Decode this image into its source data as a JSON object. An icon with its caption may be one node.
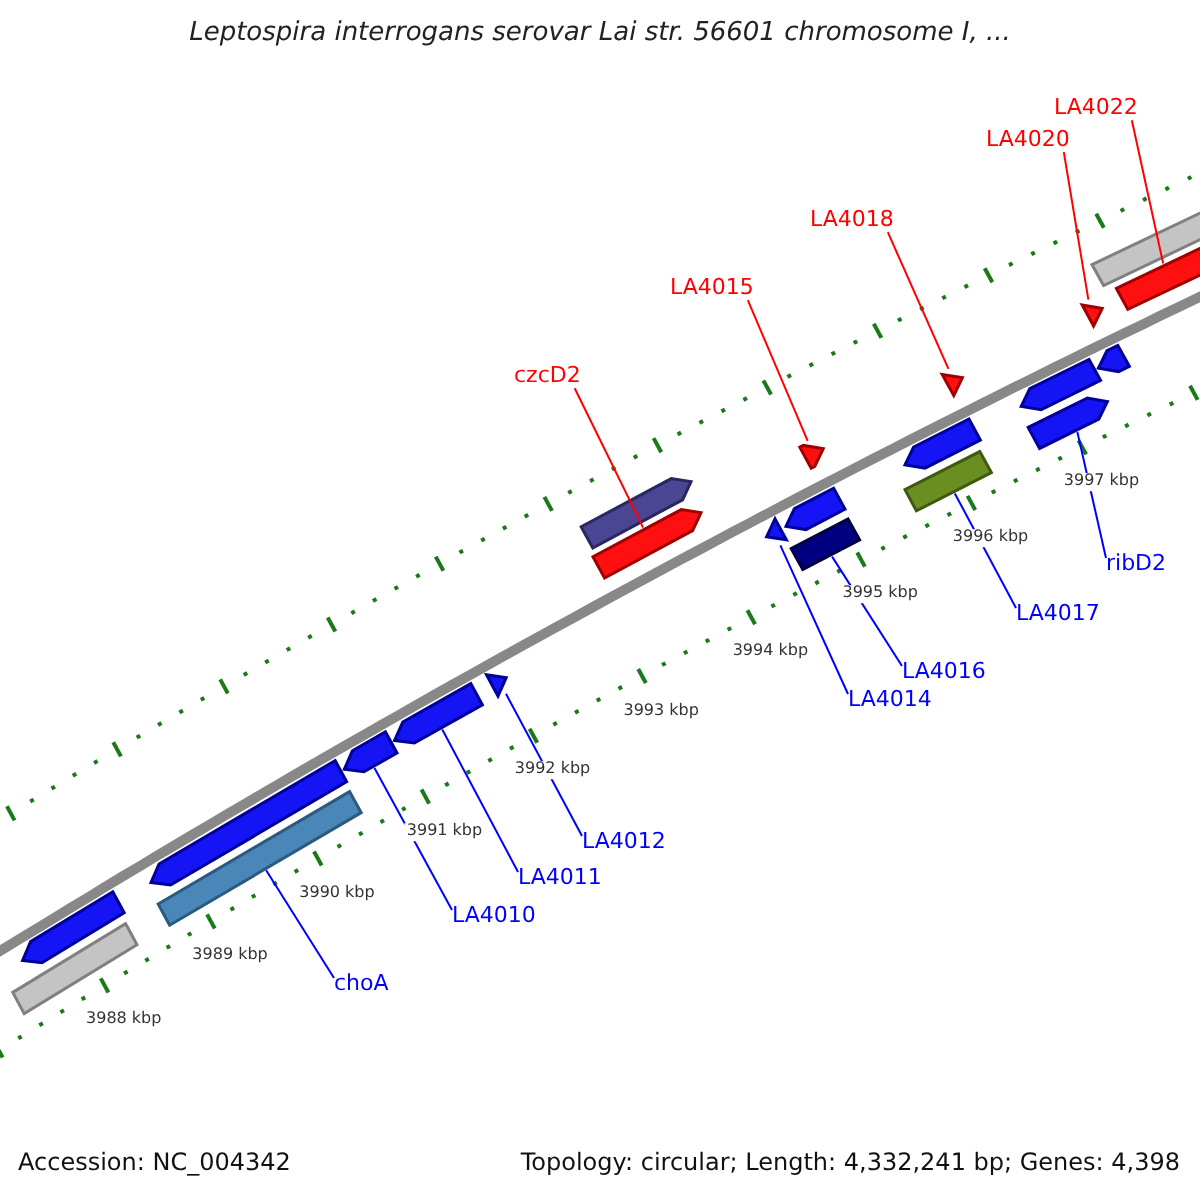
{
  "diagram": {
    "title": "Leptospira interrogans serovar Lai str. 56601 chromosome I, ...",
    "nodes": [
      {
        "text": [
          "LA4022"
        ]
      },
      {
        "text": [
          "LA4020"
        ]
      },
      {
        "text": [
          "LA4018"
        ]
      },
      {
        "text": [
          "LA4015"
        ]
      },
      {
        "text": [
          "czcD2"
        ]
      },
      {
        "text": [
          "ribD2"
        ]
      },
      {
        "text": [
          "LA4017"
        ]
      },
      {
        "text": [
          "LA4016"
        ]
      },
      {
        "text": [
          "LA4014"
        ]
      },
      {
        "text": [
          "LA4012"
        ]
      },
      {
        "text": [
          "LA4011"
        ]
      },
      {
        "text": [
          "LA4010"
        ]
      },
      {
        "text": [
          "choA"
        ]
      },
      {
        "text": [],
        "shape": "arrow"
      },
      {
        "text": [],
        "shape": "bar"
      },
      {
        "text": [],
        "shape": "bar"
      },
      {
        "text": [],
        "shape": "arrow"
      },
      {
        "text": [],
        "shape": "arrow"
      },
      {
        "text": [],
        "shape": "arrow"
      },
      {
        "text": [],
        "shape": "arrow"
      },
      {
        "text": [],
        "shape": "arrow"
      },
      {
        "text": [],
        "shape": "arrow"
      },
      {
        "text": [],
        "shape": "arrow"
      },
      {
        "text": [],
        "shape": "bar"
      },
      {
        "text": [],
        "shape": "arrow"
      },
      {
        "text": [],
        "shape": "arrow"
      },
      {
        "text": [],
        "shape": "bar"
      },
      {
        "text": [],
        "shape": "arrow"
      },
      {
        "text": [],
        "shape": "arrow"
      },
      {
        "text": [],
        "shape": "arrow"
      },
      {
        "text": [],
        "shape": "arrow"
      },
      {
        "text": [],
        "shape": "arrow"
      },
      {
        "text": [],
        "shape": "arrow"
      },
      {
        "text": [],
        "shape": "bar"
      },
      {
        "text": [],
        "shape": "arrow"
      }
    ],
    "edges": [
      {
        "from": 0,
        "to": 34,
        "arrow": "none",
        "color": "#ff0000"
      },
      {
        "from": 1,
        "to": 32,
        "arrow": "none",
        "color": "#ff0000"
      },
      {
        "from": 2,
        "to": 28,
        "arrow": "none",
        "color": "#ff0000"
      },
      {
        "from": 3,
        "to": 25,
        "arrow": "none",
        "color": "#ff0000"
      },
      {
        "from": 4,
        "to": 20,
        "arrow": "none",
        "color": "#ff0000"
      },
      {
        "from": 5,
        "to": 29,
        "arrow": "none"
      },
      {
        "from": 6,
        "to": 26,
        "arrow": "none"
      },
      {
        "from": 7,
        "to": 23,
        "arrow": "none"
      },
      {
        "from": 8,
        "to": 22,
        "arrow": "none"
      },
      {
        "from": 9,
        "to": 19,
        "arrow": "none"
      },
      {
        "from": 10,
        "to": 18,
        "arrow": "none"
      },
      {
        "from": 11,
        "to": 17,
        "arrow": "none"
      },
      {
        "from": 12,
        "to": 15,
        "arrow": "none"
      }
    ],
    "labels": [
      "3997 kbp",
      "3996 kbp",
      "3995 kbp",
      "3994 kbp",
      "3993 kbp",
      "3992 kbp",
      "3991 kbp",
      "3990 kbp",
      "3989 kbp",
      "3988 kbp",
      "Accession: NC_004342",
      "Topology: circular; Length: 4,332,241 bp; Genes: 4,398"
    ]
  }
}
